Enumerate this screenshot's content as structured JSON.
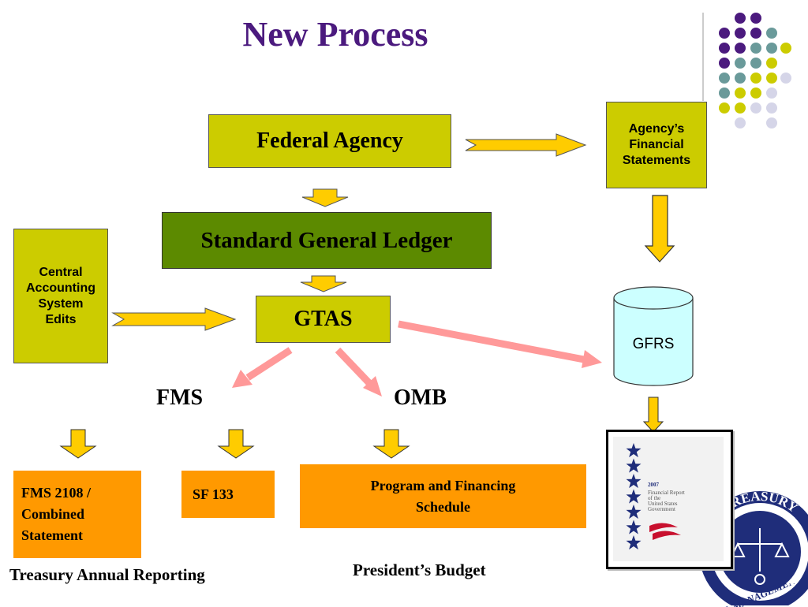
{
  "title": "New Process",
  "boxes": {
    "federal_agency": "Federal Agency",
    "sgl": "Standard General Ledger",
    "gtas": "GTAS",
    "central_accounting": [
      "Central",
      "Accounting",
      "System",
      "Edits"
    ],
    "agency_fs": [
      "Agency’s",
      "Financial",
      "Statements"
    ],
    "gfrs": "GFRS",
    "fms2108": [
      "FMS 2108 /",
      "Combined",
      "Statement"
    ],
    "sf133": "SF 133",
    "program_financing": [
      "Program and  Financing",
      "Schedule"
    ]
  },
  "labels": {
    "fms": "FMS",
    "omb": "OMB",
    "treasury_annual": "Treasury Annual Reporting",
    "presidents_budget": "President’s Budget"
  },
  "report_cover": {
    "year": "2007",
    "lines": [
      "Financial Report",
      "of the",
      "United States",
      "Government"
    ]
  },
  "seal": {
    "top_text": "TREASURY",
    "bottom_text": "L MANAGEMENT SERVICE"
  },
  "colors": {
    "title": "#4b1a7e",
    "olive_box": "#cccc00",
    "sgl_box": "#5c8a00",
    "orange_box": "#ff9900",
    "gfrs_fill": "#ccffff",
    "arrow_fill": "#ffcc00",
    "pink_arrow": "#ff9999",
    "dot_purple": "#4b1a7e",
    "dot_teal": "#6a9a9a",
    "dot_yellow": "#cccc00",
    "dot_lavender": "#d5d5e8",
    "star_blue": "#1f2d7a"
  }
}
